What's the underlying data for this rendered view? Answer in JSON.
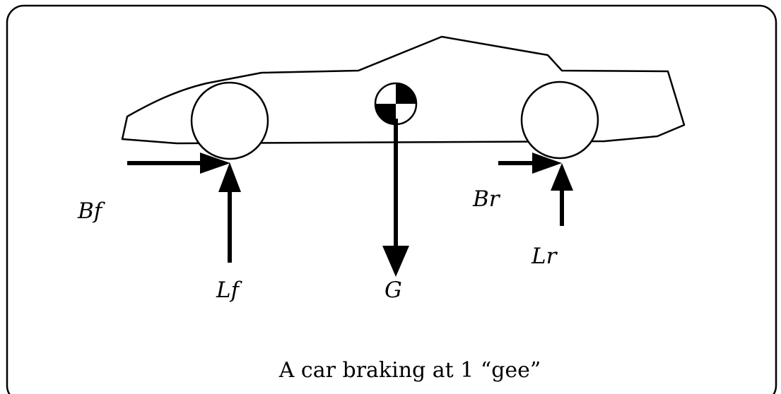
{
  "labels": {
    "brake_front": "Bf",
    "lift_front": "Lf",
    "gravity": "G",
    "brake_rear": "Br",
    "lift_rear": "Lr"
  },
  "caption": "A car braking at 1 “gee”",
  "colors": {
    "stroke": "#000000",
    "background": "#ffffff"
  }
}
